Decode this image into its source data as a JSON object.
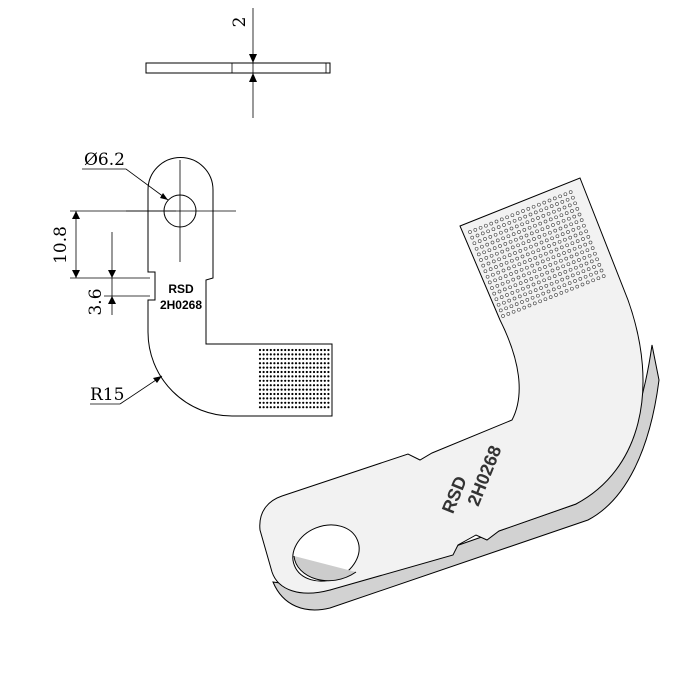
{
  "dimensions": {
    "thickness": "2",
    "hole_diameter": "Ø6.2",
    "hole_to_notch": "10.8",
    "notch_width": "3.6",
    "bend_radius": "R15"
  },
  "part_marking": {
    "line1": "RSD",
    "line2": "2H0268"
  }
}
